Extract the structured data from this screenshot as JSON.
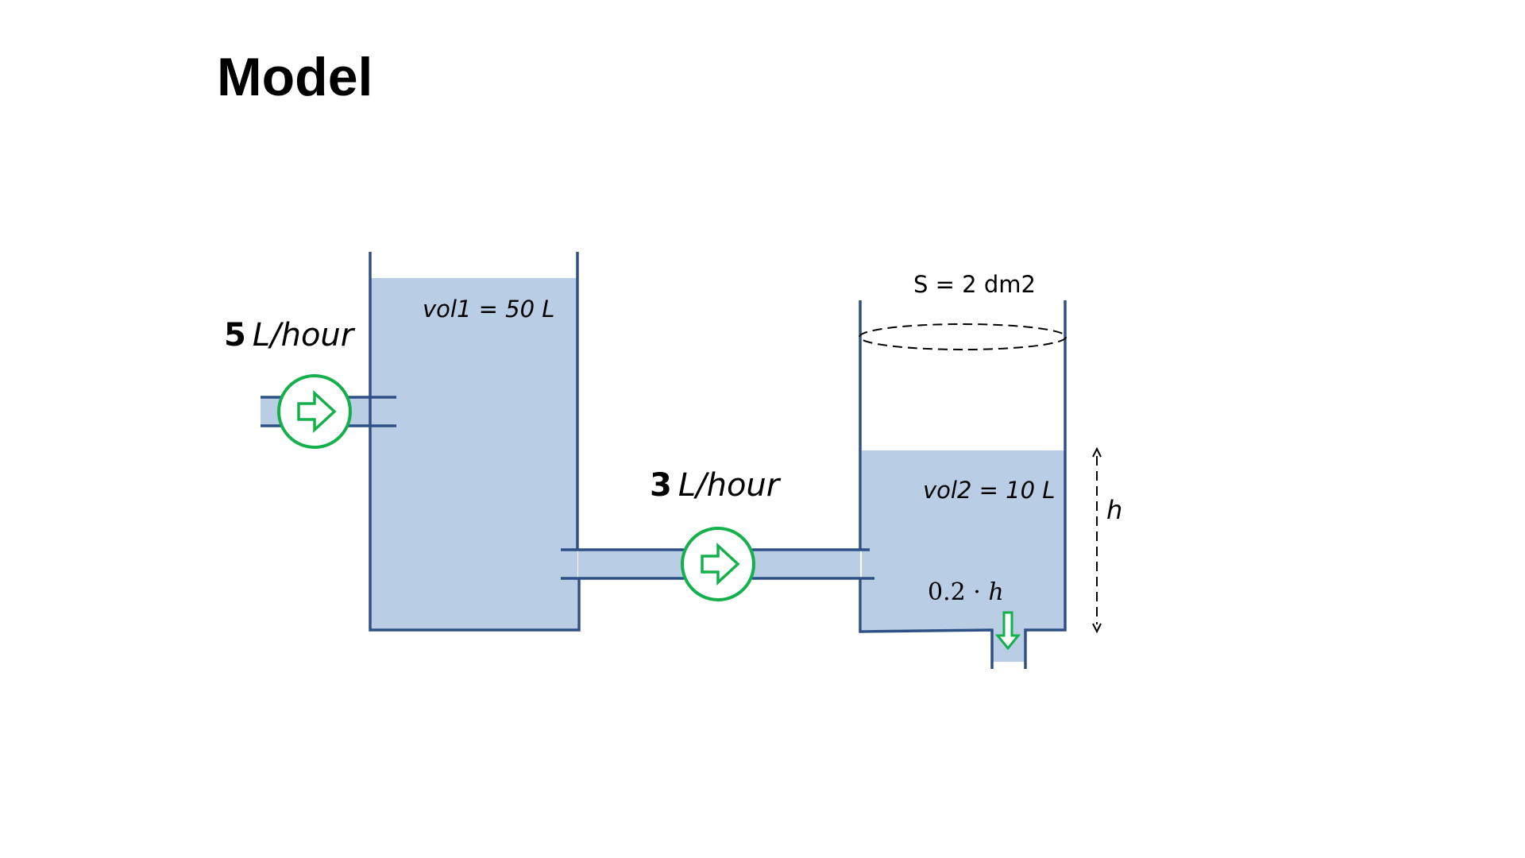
{
  "title": "Model",
  "colors": {
    "water": "#b9cde5",
    "tank_wall": "#2f5086",
    "pump": "#14b04c",
    "text": "#000000"
  },
  "inflow": {
    "number": "5",
    "unit": "L/hour"
  },
  "transfer": {
    "number": "3",
    "unit": "L/hour"
  },
  "tank1": {
    "volume_label": "vol1 = 50 L"
  },
  "tank2": {
    "volume_label": "vol2 = 10 L",
    "surface_label": "S = 2 dm2"
  },
  "outflow": {
    "coefficient": "0.2 · ",
    "variable": "h"
  },
  "height": {
    "label": "h"
  },
  "icons": [
    "pump-arrow-icon",
    "pump-arrow-icon",
    "outflow-arrow-icon",
    "height-dimension-arrow"
  ]
}
